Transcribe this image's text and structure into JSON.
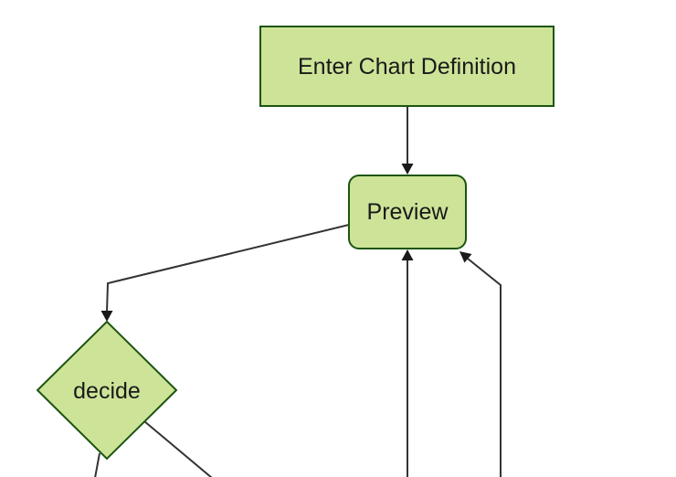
{
  "diagram": {
    "type": "flowchart",
    "direction": "top-down",
    "nodes": [
      {
        "id": "enter-chart-definition",
        "shape": "rectangle",
        "label": "Enter Chart Definition"
      },
      {
        "id": "preview",
        "shape": "rounded-rectangle",
        "label": "Preview"
      },
      {
        "id": "decide",
        "shape": "diamond",
        "label": "decide"
      }
    ],
    "edges": [
      {
        "from": "enter-chart-definition",
        "to": "preview",
        "arrowhead": true
      },
      {
        "from": "preview",
        "to": "decide",
        "arrowhead": true
      },
      {
        "from": "decide",
        "to": "offscreen-bottom-left",
        "arrowhead": false
      },
      {
        "from": "decide",
        "to": "offscreen-bottom-right",
        "arrowhead": false
      },
      {
        "from": "offscreen-bottom",
        "to": "preview",
        "arrowhead": true
      },
      {
        "from": "offscreen-bottom-right",
        "to": "preview",
        "arrowhead": true
      }
    ],
    "colors": {
      "background": "#ffffff",
      "node_fill": "#cde498",
      "node_border": "#1d5410",
      "edge_line": "#333333",
      "arrowhead": "#1a1a1a",
      "label_text": "#1a1a1a"
    }
  }
}
